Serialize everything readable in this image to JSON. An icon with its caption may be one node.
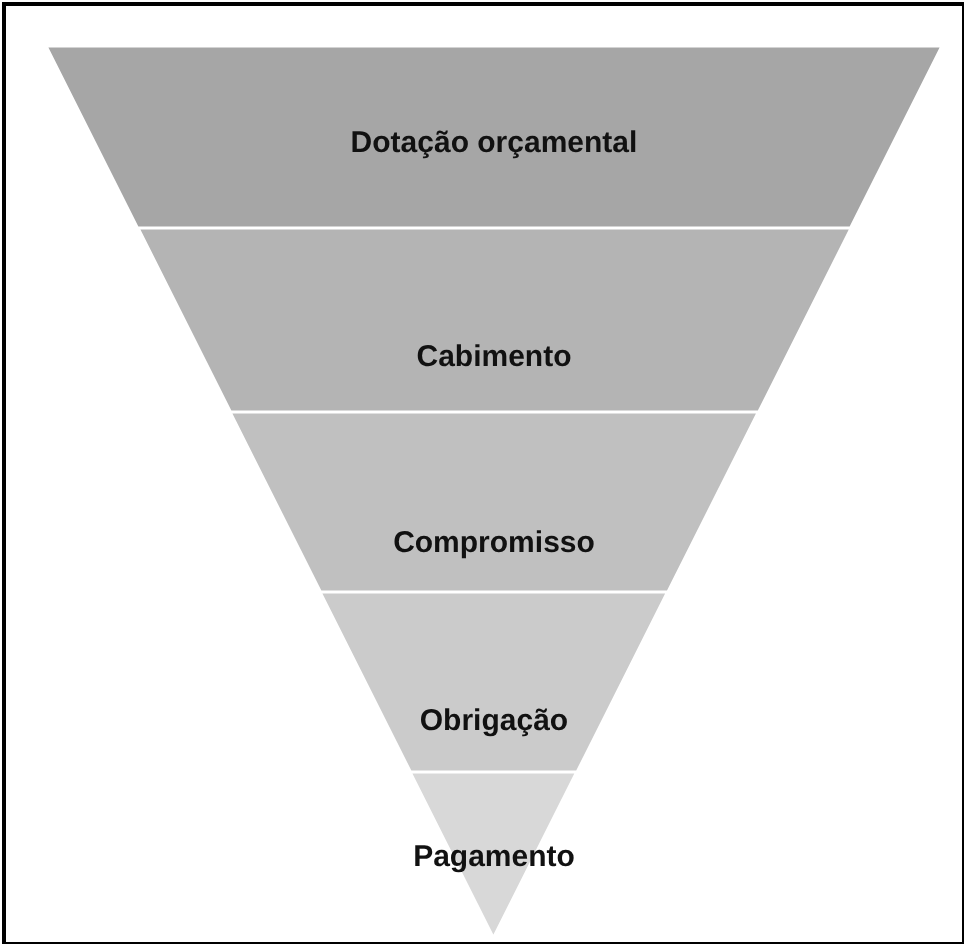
{
  "diagram": {
    "nodes": [
      {
        "text": [
          "Dotação orçamental"
        ]
      },
      {
        "text": [
          "Cabimento"
        ]
      },
      {
        "text": [
          "Compromisso"
        ]
      },
      {
        "text": [
          "Obrigação"
        ]
      },
      {
        "text": [
          "Pagamento"
        ]
      }
    ]
  }
}
